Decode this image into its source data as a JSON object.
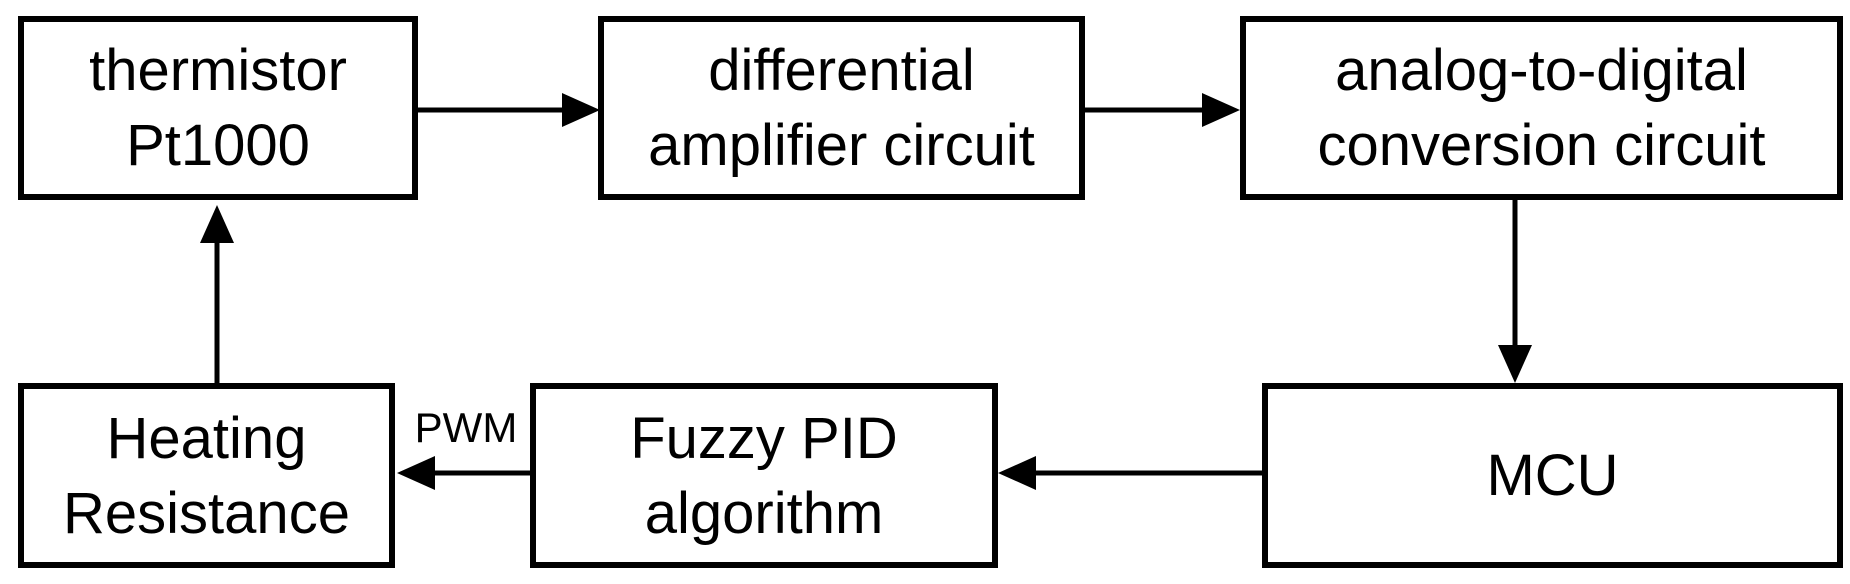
{
  "diagram": {
    "background": "#ffffff",
    "line_color": "#000000",
    "text_color": "#000000",
    "nodes": [
      {
        "id": "thermistor",
        "label": "thermistor\nPt1000"
      },
      {
        "id": "diff-amp",
        "label": "differential\namplifier circuit"
      },
      {
        "id": "adc",
        "label": "analog-to-digital\nconversion circuit"
      },
      {
        "id": "mcu",
        "label": "MCU"
      },
      {
        "id": "fuzzy-pid",
        "label": "Fuzzy PID\nalgorithm"
      },
      {
        "id": "heating",
        "label": "Heating\nResistance"
      }
    ],
    "edges": [
      {
        "from": "thermistor Pt1000",
        "to": "differential amplifier circuit",
        "label": ""
      },
      {
        "from": "differential amplifier circuit",
        "to": "analog-to-digital conversion circuit",
        "label": ""
      },
      {
        "from": "analog-to-digital conversion circuit",
        "to": "MCU",
        "label": ""
      },
      {
        "from": "MCU",
        "to": "Fuzzy PID algorithm",
        "label": ""
      },
      {
        "from": "Fuzzy PID algorithm",
        "to": "Heating Resistance",
        "label": "PWM"
      },
      {
        "from": "Heating Resistance",
        "to": "thermistor Pt1000",
        "label": ""
      }
    ]
  }
}
